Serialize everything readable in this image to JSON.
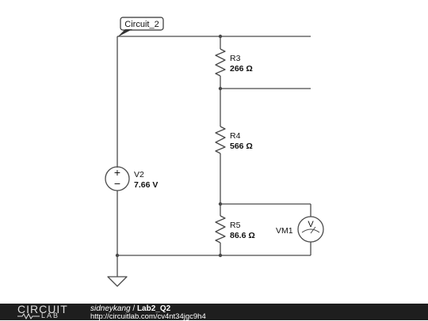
{
  "circuit": {
    "label": "Circuit_2",
    "source": {
      "name": "V2",
      "value": "7.66 V"
    },
    "resistors": [
      {
        "name": "R3",
        "value": "266 Ω"
      },
      {
        "name": "R4",
        "value": "566 Ω"
      },
      {
        "name": "R5",
        "value": "86.6 Ω"
      }
    ],
    "voltmeter": {
      "name": "VM1",
      "symbol": "V"
    },
    "source_symbols": {
      "plus": "+",
      "minus": "−"
    }
  },
  "footer": {
    "logo_top": "CIRCUIT",
    "logo_bottom": "LAB",
    "author": "sidneykang",
    "separator": " / ",
    "title": "Lab2_Q2",
    "url": "http://circuitlab.com/cv4nt34jgc9h4"
  },
  "colors": {
    "wire": "#4a4a4a",
    "footer_bg": "#1e1e1e",
    "label_border": "#333333"
  }
}
